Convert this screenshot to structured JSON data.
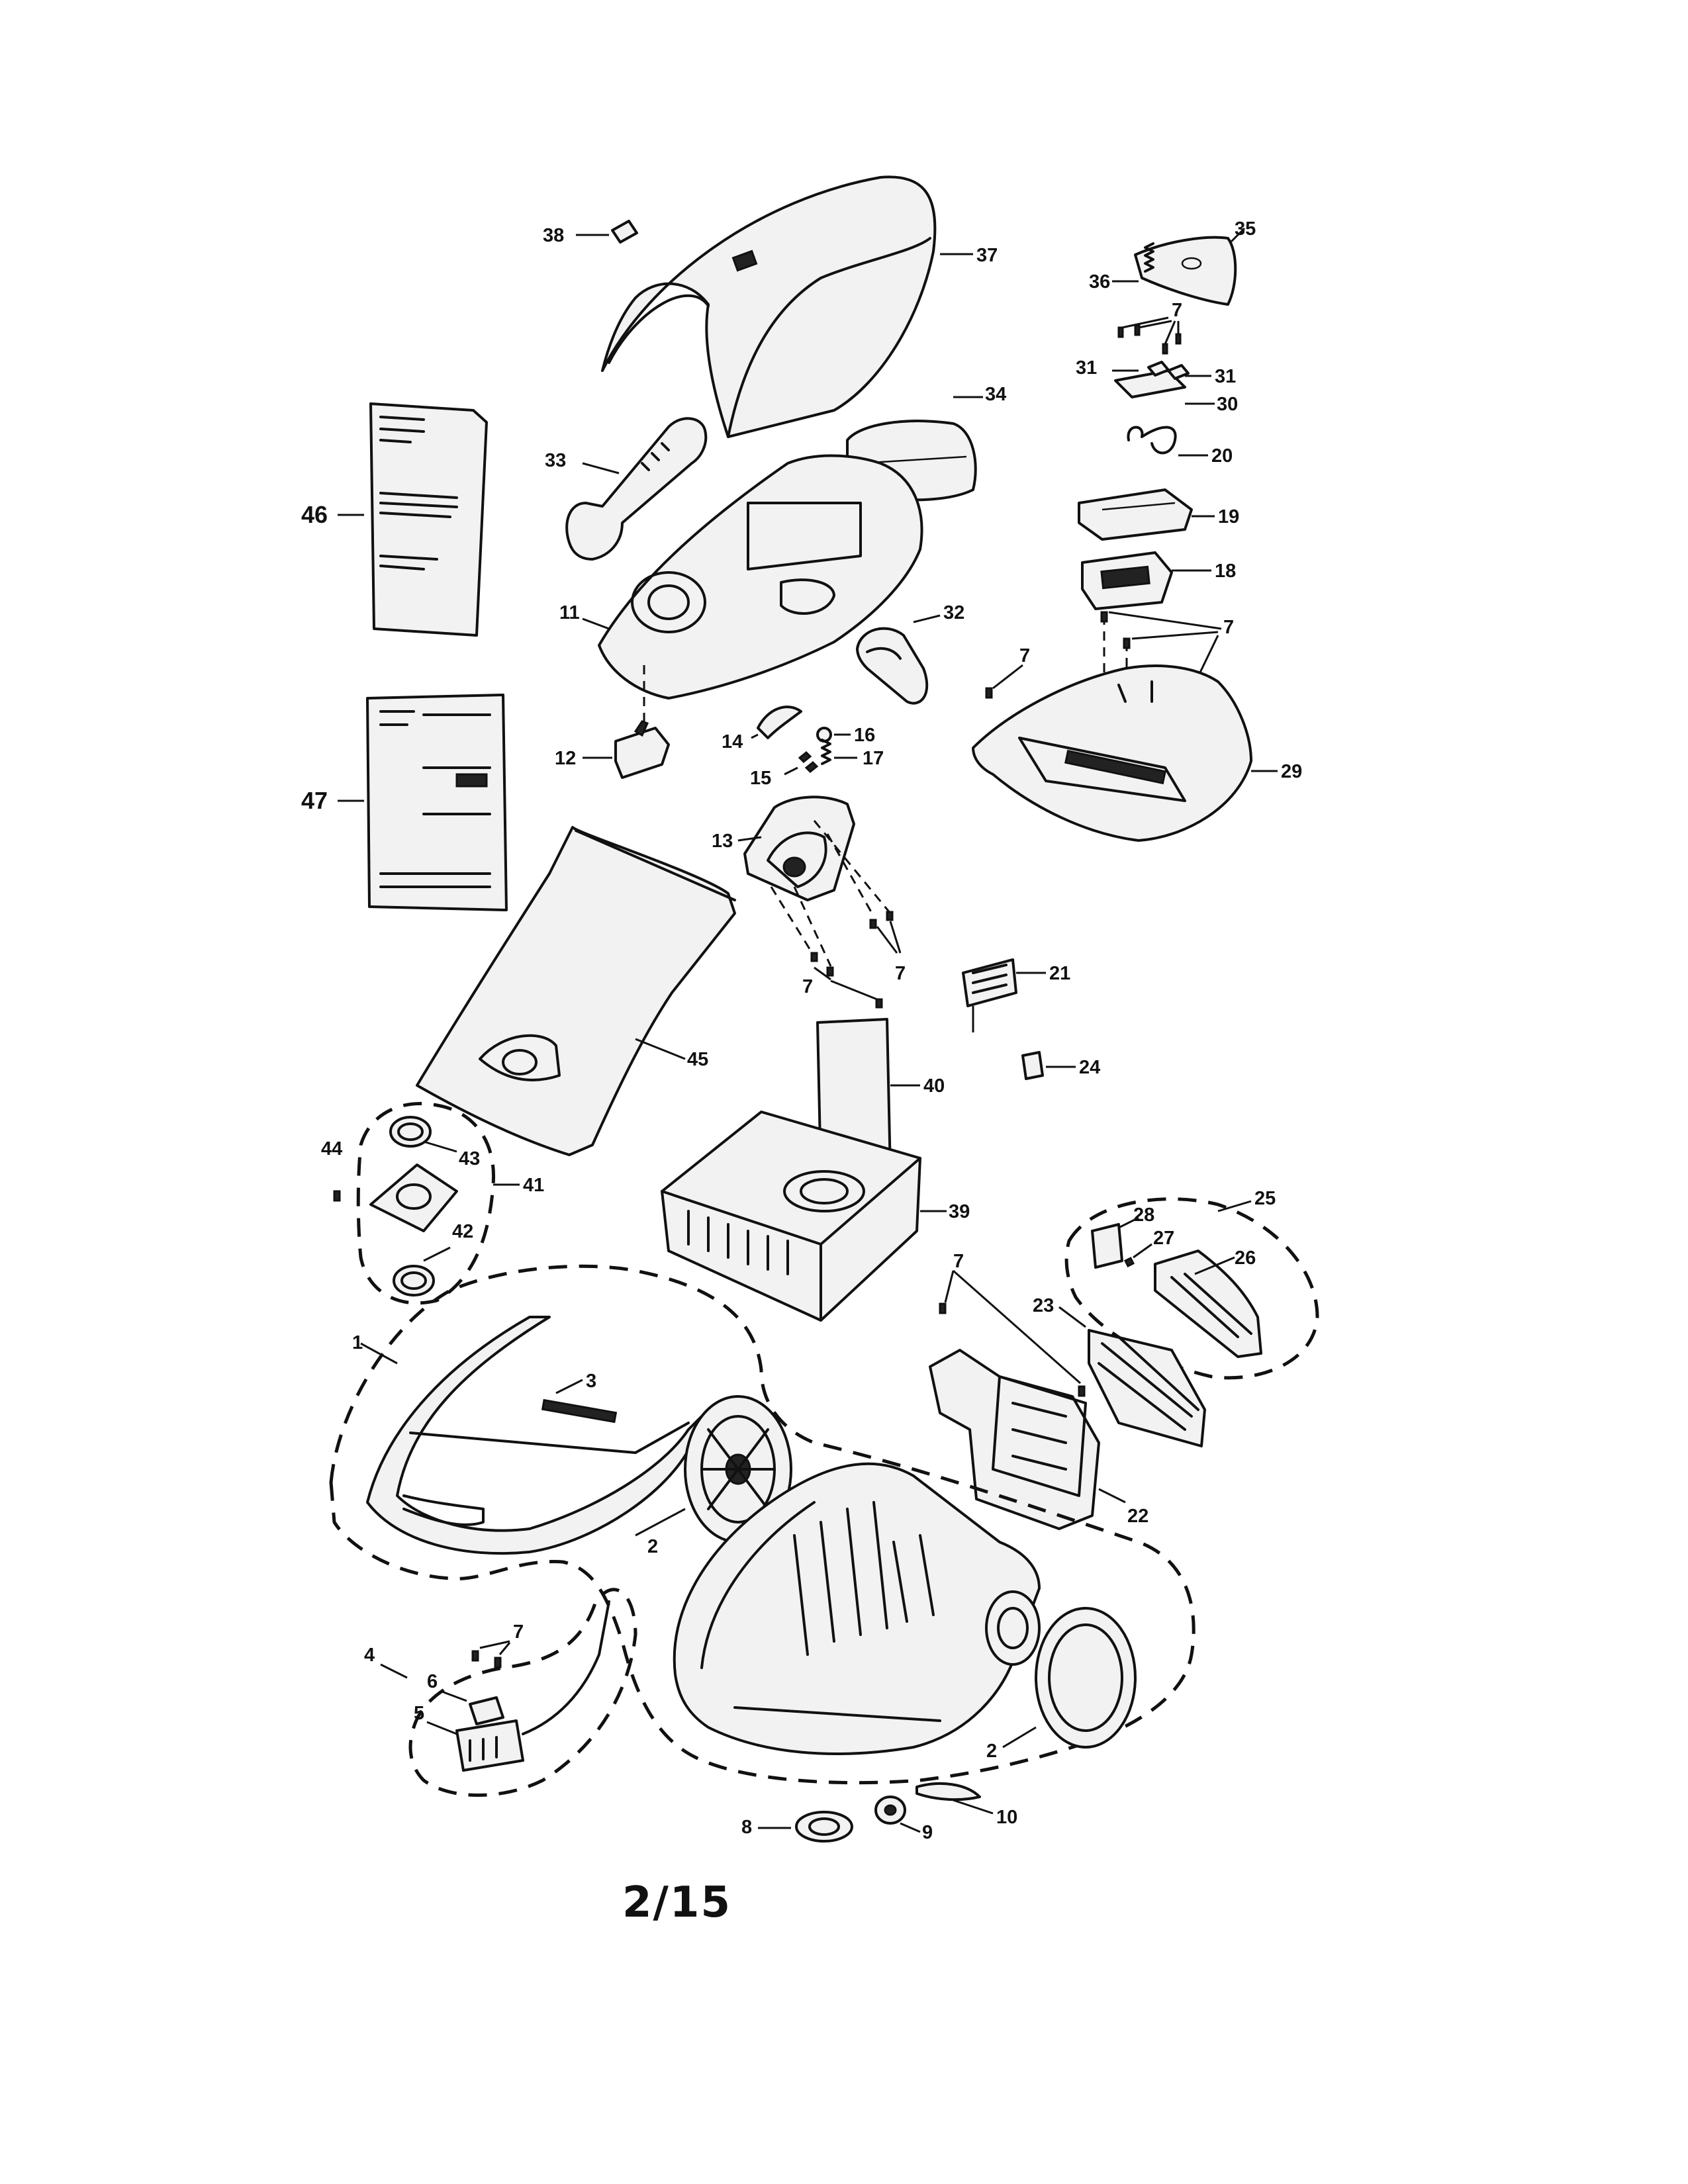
{
  "page_number": "2/15",
  "callouts": [
    {
      "id": "c1",
      "text": "1"
    },
    {
      "id": "c2a",
      "text": "2"
    },
    {
      "id": "c2b",
      "text": "2"
    },
    {
      "id": "c3",
      "text": "3"
    },
    {
      "id": "c4",
      "text": "4"
    },
    {
      "id": "c5",
      "text": "5"
    },
    {
      "id": "c6",
      "text": "6"
    },
    {
      "id": "c7a",
      "text": "7"
    },
    {
      "id": "c7b",
      "text": "7"
    },
    {
      "id": "c7c",
      "text": "7"
    },
    {
      "id": "c7d",
      "text": "7"
    },
    {
      "id": "c7e",
      "text": "7"
    },
    {
      "id": "c7f",
      "text": "7"
    },
    {
      "id": "c7g",
      "text": "7"
    },
    {
      "id": "c8",
      "text": "8"
    },
    {
      "id": "c9",
      "text": "9"
    },
    {
      "id": "c10",
      "text": "10"
    },
    {
      "id": "c11",
      "text": "11"
    },
    {
      "id": "c12",
      "text": "12"
    },
    {
      "id": "c13",
      "text": "13"
    },
    {
      "id": "c14",
      "text": "14"
    },
    {
      "id": "c15",
      "text": "15"
    },
    {
      "id": "c16",
      "text": "16"
    },
    {
      "id": "c17",
      "text": "17"
    },
    {
      "id": "c18",
      "text": "18"
    },
    {
      "id": "c19",
      "text": "19"
    },
    {
      "id": "c20",
      "text": "20"
    },
    {
      "id": "c21",
      "text": "21"
    },
    {
      "id": "c22",
      "text": "22"
    },
    {
      "id": "c23",
      "text": "23"
    },
    {
      "id": "c24",
      "text": "24"
    },
    {
      "id": "c25",
      "text": "25"
    },
    {
      "id": "c26",
      "text": "26"
    },
    {
      "id": "c27",
      "text": "27"
    },
    {
      "id": "c28",
      "text": "28"
    },
    {
      "id": "c29",
      "text": "29"
    },
    {
      "id": "c30",
      "text": "30"
    },
    {
      "id": "c31a",
      "text": "31"
    },
    {
      "id": "c31b",
      "text": "31"
    },
    {
      "id": "c32",
      "text": "32"
    },
    {
      "id": "c33",
      "text": "33"
    },
    {
      "id": "c34",
      "text": "34"
    },
    {
      "id": "c35",
      "text": "35"
    },
    {
      "id": "c36",
      "text": "36"
    },
    {
      "id": "c37",
      "text": "37"
    },
    {
      "id": "c38",
      "text": "38"
    },
    {
      "id": "c39",
      "text": "39"
    },
    {
      "id": "c40",
      "text": "40"
    },
    {
      "id": "c41",
      "text": "41"
    },
    {
      "id": "c42",
      "text": "42"
    },
    {
      "id": "c43",
      "text": "43"
    },
    {
      "id": "c44",
      "text": "44"
    },
    {
      "id": "c45",
      "text": "45"
    },
    {
      "id": "c46",
      "text": "46"
    },
    {
      "id": "c47",
      "text": "47"
    }
  ]
}
